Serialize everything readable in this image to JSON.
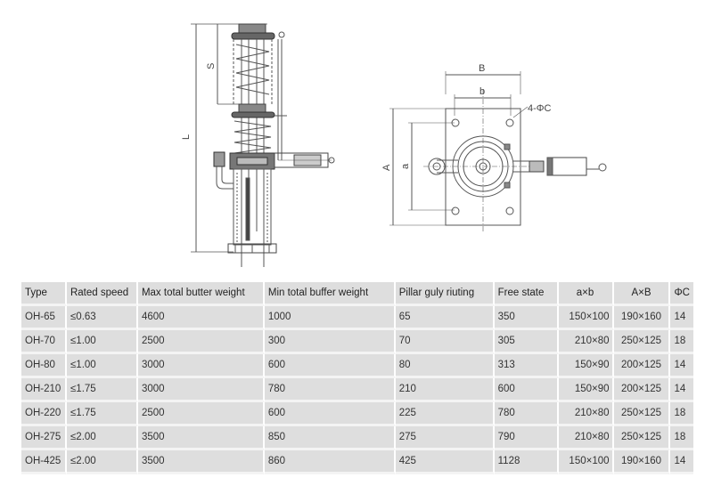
{
  "drawing": {
    "side_view": {
      "dimension_labels": {
        "total_length": "L",
        "stroke": "S"
      }
    },
    "top_view": {
      "dimension_labels": {
        "outer_width": "B",
        "hole_spacing_width": "b",
        "outer_length": "A",
        "hole_spacing_length": "a",
        "mounting_holes": "4-ΦC"
      }
    }
  },
  "table": {
    "headers": [
      "Type",
      "Rated speed",
      "Max total butter weight",
      "Min total buffer weight",
      "Pillar guly riuting",
      "Free state",
      "a×b",
      "A×B",
      "ΦC"
    ],
    "rows": [
      {
        "type": "OH-65",
        "rated_speed": "≤0.63",
        "max_weight": "4600",
        "min_weight": "1000",
        "pillar": "65",
        "free_state": "350",
        "axb": "150×100",
        "AxB": "190×160",
        "phiC": "14"
      },
      {
        "type": "OH-70",
        "rated_speed": "≤1.00",
        "max_weight": "2500",
        "min_weight": "300",
        "pillar": "70",
        "free_state": "305",
        "axb": "210×80",
        "AxB": "250×125",
        "phiC": "18"
      },
      {
        "type": "OH-80",
        "rated_speed": "≤1.00",
        "max_weight": "3000",
        "min_weight": "600",
        "pillar": "80",
        "free_state": "313",
        "axb": "150×90",
        "AxB": "200×125",
        "phiC": "14"
      },
      {
        "type": "OH-210",
        "rated_speed": "≤1.75",
        "max_weight": "3000",
        "min_weight": "780",
        "pillar": "210",
        "free_state": "600",
        "axb": "150×90",
        "AxB": "200×125",
        "phiC": "14"
      },
      {
        "type": "OH-220",
        "rated_speed": "≤1.75",
        "max_weight": "2500",
        "min_weight": "600",
        "pillar": "225",
        "free_state": "780",
        "axb": "210×80",
        "AxB": "250×125",
        "phiC": "18"
      },
      {
        "type": "OH-275",
        "rated_speed": "≤2.00",
        "max_weight": "3500",
        "min_weight": "850",
        "pillar": "275",
        "free_state": "790",
        "axb": "210×80",
        "AxB": "250×125",
        "phiC": "18"
      },
      {
        "type": "OH-425",
        "rated_speed": "≤2.00",
        "max_weight": "3500",
        "min_weight": "860",
        "pillar": "425",
        "free_state": "1128",
        "axb": "150×100",
        "AxB": "190×160",
        "phiC": "14"
      }
    ]
  }
}
